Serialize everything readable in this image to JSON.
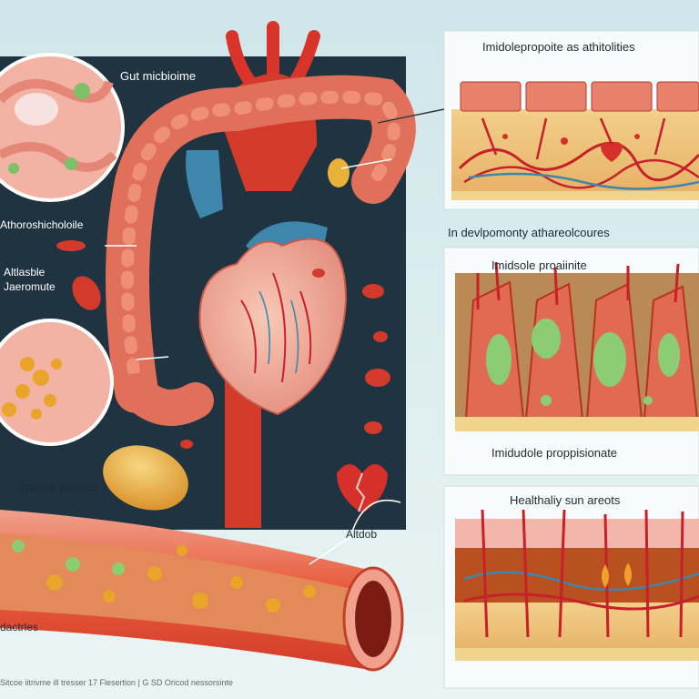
{
  "labels": {
    "gut_microbiome": "Gut micbioime",
    "left_middle": "Athoroshicholoile",
    "left_lower_1": "Altlasble",
    "left_lower_2": "Jaeromute",
    "imidole_propice": "Imidole propice",
    "bottom_left": "dactrles",
    "heart_label": "Altdob",
    "between_panels": "In devlpomonty athareolcoures",
    "footer": "Sitcoe iitrivme ill tresser  17 Flesertion | G SD Oricod nessorsinte"
  },
  "panels": [
    {
      "title": "Imidolepropoite as athitolities"
    },
    {
      "title": "Imidsole proaiinite",
      "caption": "Imidudole proppisionate"
    },
    {
      "title": "Healthaliy sun areots"
    }
  ],
  "colors": {
    "dark_background": "#1f3340",
    "artery_red": "#c8202a",
    "vein_blue": "#3f86ad",
    "intestine": "#e0705a",
    "plaque_yellow": "#e9b13a",
    "bacteria_green": "#7cc06a"
  }
}
